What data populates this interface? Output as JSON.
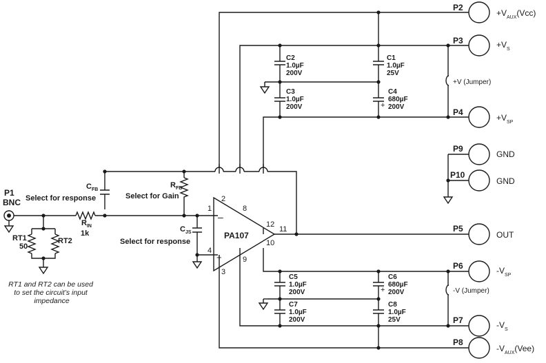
{
  "ports": {
    "P1": "P1",
    "P1_type": "BNC",
    "P2": "P2",
    "P3": "P3",
    "P4": "P4",
    "P5": "P5",
    "P6": "P6",
    "P7": "P7",
    "P8": "P8",
    "P9": "P9",
    "P10": "P10"
  },
  "port_labels": {
    "P2_main": "+V",
    "P2_sub": "AUX",
    "P2_tail": "(Vcc)",
    "P3_main": "+V",
    "P3_sub": "S",
    "P4_main": "+V",
    "P4_sub": "SP",
    "P9": "GND",
    "P10": "GND",
    "P5": "OUT",
    "P6_main": "-V",
    "P6_sub": "SP",
    "P7_main": "-V",
    "P7_sub": "S",
    "P8_main": "-V",
    "P8_sub": "AUX",
    "P8_tail": "(Vee)"
  },
  "jumpers": {
    "pos": "+V (Jumper)",
    "neg": "-V (Jumper)"
  },
  "amplifier": {
    "name": "PA107",
    "minus": "–",
    "plus": "+"
  },
  "pins": {
    "p1": "1",
    "p2": "2",
    "p3": "3",
    "p4": "4",
    "p8": "8",
    "p9": "9",
    "p10": "10",
    "p11": "11",
    "p12": "12"
  },
  "capacitors": {
    "C1": [
      "C1",
      "1.0µF",
      "25V"
    ],
    "C2": [
      "C2",
      "1.0µF",
      "200V"
    ],
    "C3": [
      "C3",
      "1.0µF",
      "200V"
    ],
    "C4": [
      "C4",
      "680µF",
      "200V"
    ],
    "C5": [
      "C5",
      "1.0µF",
      "200V"
    ],
    "C6": [
      "C6",
      "680µF",
      "200V"
    ],
    "C7": [
      "C7",
      "1.0µF",
      "200V"
    ],
    "C8": [
      "C8",
      "1.0µF",
      "25V"
    ]
  },
  "components": {
    "CFB_main": "C",
    "CFB_sub": "FB",
    "RFB_main": "R",
    "RFB_sub": "FB",
    "CJS_main": "C",
    "CJS_sub": "JS",
    "RIN_main": "R",
    "RIN_sub": "IN",
    "RIN_value": "1k",
    "RT1": "RT1",
    "RT1_value": "50",
    "RT2": "RT2"
  },
  "annotations": {
    "select_response_1": "Select for response",
    "select_gain": "Select for Gain",
    "select_response_2": "Select for response",
    "note": [
      "RT1 and RT2 can be used",
      "to set the circuit’s input",
      "impedance"
    ]
  }
}
